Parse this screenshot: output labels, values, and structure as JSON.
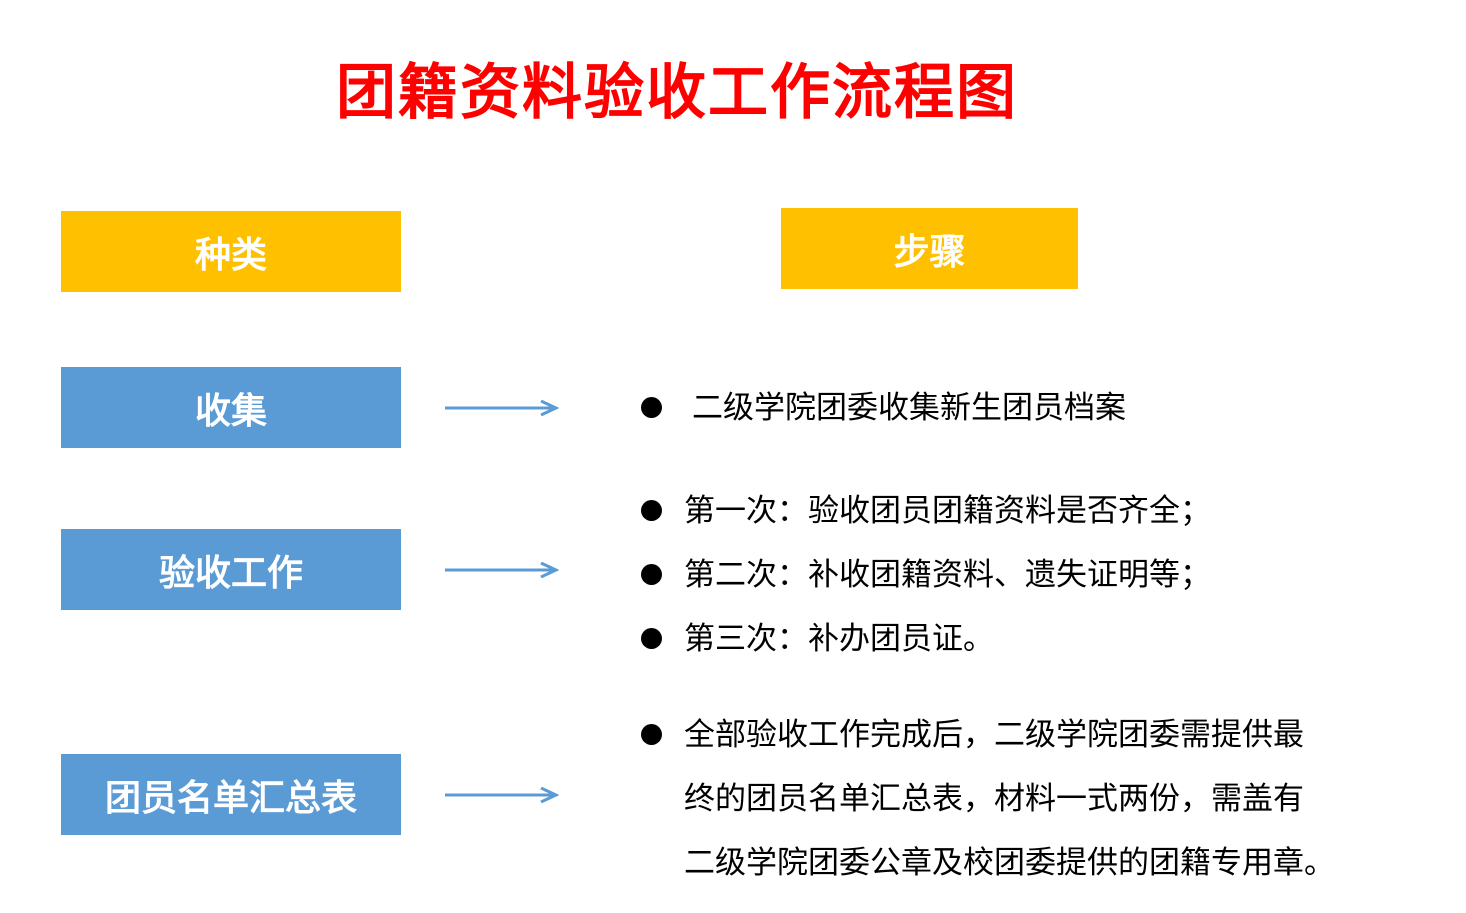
{
  "title": "团籍资料验收工作流程图",
  "headers": {
    "category": "种类",
    "steps": "步骤"
  },
  "categories": [
    "收集",
    "验收工作",
    "团员名单汇总表"
  ],
  "steps": {
    "collect": [
      "二级学院团委收集新生团员档案"
    ],
    "verify": [
      "第一次：验收团员团籍资料是否齐全；",
      "第二次：补收团籍资料、遗失证明等；",
      "第三次：补办团员证。"
    ],
    "summary": [
      "全部验收工作完成后，二级学院团委需提供最",
      "终的团员名单汇总表，材料一式两份，需盖有",
      "二级学院团委公章及校团委提供的团籍专用章。"
    ]
  },
  "colors": {
    "title": "#ff0000",
    "header": "#FFC000",
    "category": "#5B9BD5",
    "arrow": "#5B9BD5"
  }
}
